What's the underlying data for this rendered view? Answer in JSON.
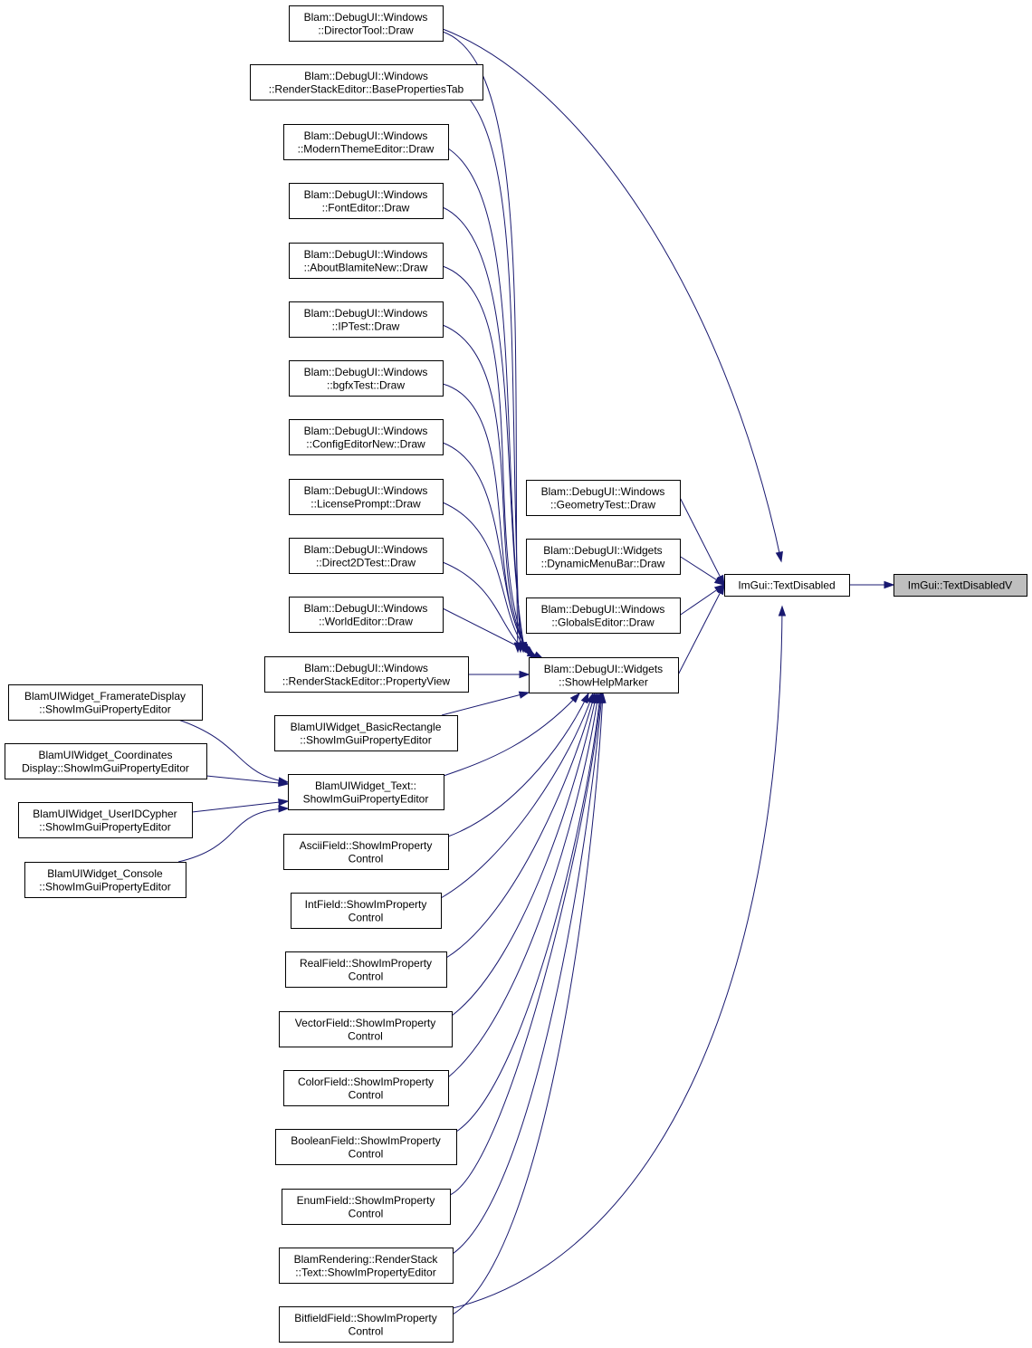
{
  "nodes": [
    {
      "id": "textdisabledv",
      "lines": [
        "ImGui::TextDisabledV"
      ],
      "root": true
    },
    {
      "id": "textdisabled",
      "lines": [
        "ImGui::TextDisabled"
      ]
    },
    {
      "id": "showhelpmarker",
      "lines": [
        "Blam::DebugUI::Widgets",
        "::ShowHelpMarker"
      ]
    },
    {
      "id": "geometrytest",
      "lines": [
        "Blam::DebugUI::Windows",
        "::GeometryTest::Draw"
      ]
    },
    {
      "id": "dynamicmenubar",
      "lines": [
        "Blam::DebugUI::Widgets",
        "::DynamicMenuBar::Draw"
      ]
    },
    {
      "id": "globalseditor",
      "lines": [
        "Blam::DebugUI::Windows",
        "::GlobalsEditor::Draw"
      ]
    },
    {
      "id": "directortool",
      "lines": [
        "Blam::DebugUI::Windows",
        "::DirectorTool::Draw"
      ]
    },
    {
      "id": "basepropertiestab",
      "lines": [
        "Blam::DebugUI::Windows",
        "::RenderStackEditor::BasePropertiesTab"
      ]
    },
    {
      "id": "modernthemeeditor",
      "lines": [
        "Blam::DebugUI::Windows",
        "::ModernThemeEditor::Draw"
      ]
    },
    {
      "id": "fonteditor",
      "lines": [
        "Blam::DebugUI::Windows",
        "::FontEditor::Draw"
      ]
    },
    {
      "id": "aboutblamitenew",
      "lines": [
        "Blam::DebugUI::Windows",
        "::AboutBlamiteNew::Draw"
      ]
    },
    {
      "id": "iptest",
      "lines": [
        "Blam::DebugUI::Windows",
        "::IPTest::Draw"
      ]
    },
    {
      "id": "bgfxtest",
      "lines": [
        "Blam::DebugUI::Windows",
        "::bgfxTest::Draw"
      ]
    },
    {
      "id": "configeditornew",
      "lines": [
        "Blam::DebugUI::Windows",
        "::ConfigEditorNew::Draw"
      ]
    },
    {
      "id": "licenseprompt",
      "lines": [
        "Blam::DebugUI::Windows",
        "::LicensePrompt::Draw"
      ]
    },
    {
      "id": "direct2dtest",
      "lines": [
        "Blam::DebugUI::Windows",
        "::Direct2DTest::Draw"
      ]
    },
    {
      "id": "worldeditor",
      "lines": [
        "Blam::DebugUI::Windows",
        "::WorldEditor::Draw"
      ]
    },
    {
      "id": "propertyview",
      "lines": [
        "Blam::DebugUI::Windows",
        "::RenderStackEditor::PropertyView"
      ]
    },
    {
      "id": "basicrectangle",
      "lines": [
        "BlamUIWidget_BasicRectangle",
        "::ShowImGuiPropertyEditor"
      ]
    },
    {
      "id": "widgettext",
      "lines": [
        "BlamUIWidget_Text::",
        "ShowImGuiPropertyEditor"
      ]
    },
    {
      "id": "asciifield",
      "lines": [
        "AsciiField::ShowImProperty",
        "Control"
      ]
    },
    {
      "id": "intfield",
      "lines": [
        "IntField::ShowImProperty",
        "Control"
      ]
    },
    {
      "id": "realfield",
      "lines": [
        "RealField::ShowImProperty",
        "Control"
      ]
    },
    {
      "id": "vectorfield",
      "lines": [
        "VectorField::ShowImProperty",
        "Control"
      ]
    },
    {
      "id": "colorfield",
      "lines": [
        "ColorField::ShowImProperty",
        "Control"
      ]
    },
    {
      "id": "booleanfield",
      "lines": [
        "BooleanField::ShowImProperty",
        "Control"
      ]
    },
    {
      "id": "enumfield",
      "lines": [
        "EnumField::ShowImProperty",
        "Control"
      ]
    },
    {
      "id": "renderstacktext",
      "lines": [
        "BlamRendering::RenderStack",
        "::Text::ShowImPropertyEditor"
      ]
    },
    {
      "id": "bitfieldfield",
      "lines": [
        "BitfieldField::ShowImProperty",
        "Control"
      ]
    },
    {
      "id": "frameratedisplay",
      "lines": [
        "BlamUIWidget_FramerateDisplay",
        "::ShowImGuiPropertyEditor"
      ]
    },
    {
      "id": "coordinatesdisplay",
      "lines": [
        "BlamUIWidget_Coordinates",
        "Display::ShowImGuiPropertyEditor"
      ]
    },
    {
      "id": "useridcypher",
      "lines": [
        "BlamUIWidget_UserIDCypher",
        "::ShowImGuiPropertyEditor"
      ]
    },
    {
      "id": "widgetconsole",
      "lines": [
        "BlamUIWidget_Console",
        "::ShowImGuiPropertyEditor"
      ]
    }
  ],
  "edges": [
    {
      "from": "textdisabled",
      "to": "textdisabledv"
    },
    {
      "from": "showhelpmarker",
      "to": "textdisabled"
    },
    {
      "from": "geometrytest",
      "to": "textdisabled"
    },
    {
      "from": "dynamicmenubar",
      "to": "textdisabled"
    },
    {
      "from": "globalseditor",
      "to": "textdisabled"
    },
    {
      "from": "directortool",
      "to": "textdisabled"
    },
    {
      "from": "bitfieldfield",
      "to": "textdisabled"
    },
    {
      "from": "directortool",
      "to": "showhelpmarker"
    },
    {
      "from": "basepropertiestab",
      "to": "showhelpmarker"
    },
    {
      "from": "modernthemeeditor",
      "to": "showhelpmarker"
    },
    {
      "from": "fonteditor",
      "to": "showhelpmarker"
    },
    {
      "from": "aboutblamitenew",
      "to": "showhelpmarker"
    },
    {
      "from": "iptest",
      "to": "showhelpmarker"
    },
    {
      "from": "bgfxtest",
      "to": "showhelpmarker"
    },
    {
      "from": "configeditornew",
      "to": "showhelpmarker"
    },
    {
      "from": "licenseprompt",
      "to": "showhelpmarker"
    },
    {
      "from": "direct2dtest",
      "to": "showhelpmarker"
    },
    {
      "from": "worldeditor",
      "to": "showhelpmarker"
    },
    {
      "from": "propertyview",
      "to": "showhelpmarker"
    },
    {
      "from": "basicrectangle",
      "to": "showhelpmarker"
    },
    {
      "from": "widgettext",
      "to": "showhelpmarker"
    },
    {
      "from": "asciifield",
      "to": "showhelpmarker"
    },
    {
      "from": "intfield",
      "to": "showhelpmarker"
    },
    {
      "from": "realfield",
      "to": "showhelpmarker"
    },
    {
      "from": "vectorfield",
      "to": "showhelpmarker"
    },
    {
      "from": "colorfield",
      "to": "showhelpmarker"
    },
    {
      "from": "booleanfield",
      "to": "showhelpmarker"
    },
    {
      "from": "enumfield",
      "to": "showhelpmarker"
    },
    {
      "from": "renderstacktext",
      "to": "showhelpmarker"
    },
    {
      "from": "bitfieldfield",
      "to": "showhelpmarker"
    },
    {
      "from": "frameratedisplay",
      "to": "widgettext"
    },
    {
      "from": "coordinatesdisplay",
      "to": "widgettext"
    },
    {
      "from": "useridcypher",
      "to": "widgettext"
    },
    {
      "from": "widgetconsole",
      "to": "widgettext"
    }
  ]
}
